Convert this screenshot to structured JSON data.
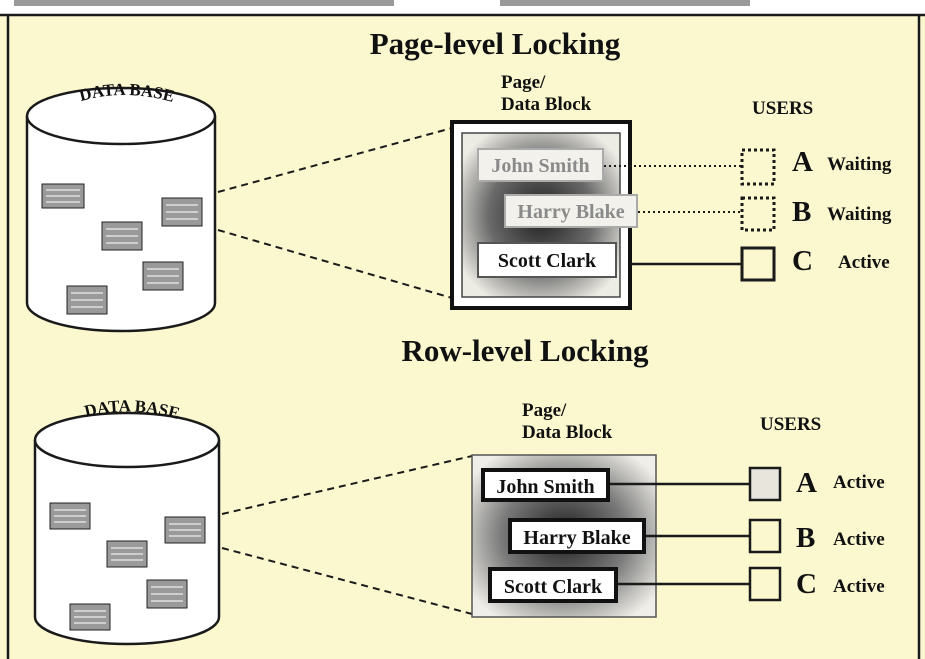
{
  "colors": {
    "background": "#fbf7cf",
    "frame": "#1a1a1a",
    "ink": "#111111",
    "waiting_text": "#8a8a8a"
  },
  "sections": [
    {
      "title": "Page-level Locking",
      "database_label": "DATA BASE",
      "block_label_line1": "Page/",
      "block_label_line2": "Data Block",
      "users_heading": "USERS",
      "rows": [
        {
          "name": "John Smith",
          "user_letter": "A",
          "status": "Waiting",
          "locked": false
        },
        {
          "name": "Harry Blake",
          "user_letter": "B",
          "status": "Waiting",
          "locked": false
        },
        {
          "name": "Scott Clark",
          "user_letter": "C",
          "status": "Active",
          "locked": true
        }
      ]
    },
    {
      "title": "Row-level Locking",
      "database_label": "DATA BASE",
      "block_label_line1": "Page/",
      "block_label_line2": "Data Block",
      "users_heading": "USERS",
      "rows": [
        {
          "name": "John Smith",
          "user_letter": "A",
          "status": "Active",
          "locked": true
        },
        {
          "name": "Harry Blake",
          "user_letter": "B",
          "status": "Active",
          "locked": true
        },
        {
          "name": "Scott Clark",
          "user_letter": "C",
          "status": "Active",
          "locked": true
        }
      ]
    }
  ]
}
